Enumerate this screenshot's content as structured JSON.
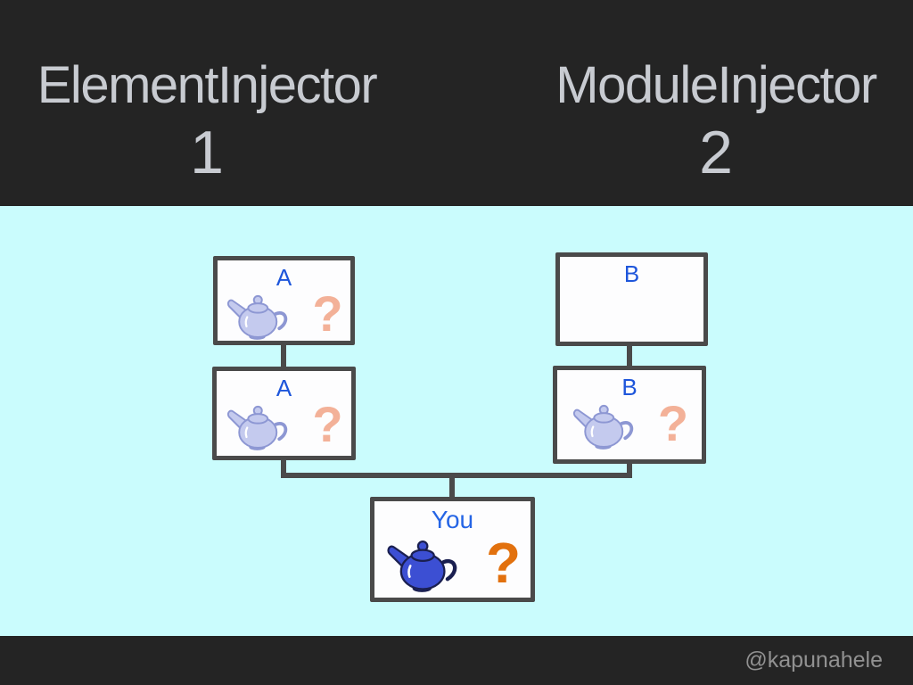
{
  "header": {
    "left_title": "ElementInjector",
    "left_number": "1",
    "right_title": "ModuleInjector",
    "right_number": "2"
  },
  "diagram": {
    "box_a_top": {
      "label": "A",
      "question": "?",
      "icon": "teapot-light"
    },
    "box_a_bottom": {
      "label": "A",
      "question": "?",
      "icon": "teapot-light"
    },
    "box_b_top": {
      "label": "B"
    },
    "box_b_bottom": {
      "label": "B",
      "question": "?",
      "icon": "teapot-light"
    },
    "box_you": {
      "label": "You",
      "question": "?",
      "icon": "teapot-dark"
    }
  },
  "footer": {
    "handle": "@kapunahele"
  },
  "colors": {
    "header_bg": "#242424",
    "header_text": "#c8cbd1",
    "body_bg": "#cafcfd",
    "footer_text": "#919191",
    "box_border": "#4a4a4a",
    "label_blue": "#1e56db",
    "you_blue": "#2565e5",
    "question_salmon": "#f3b198",
    "question_orange": "#e2710e",
    "teapot_light_fill": "#c4caee",
    "teapot_light_stroke": "#8d97d3",
    "teapot_dark_fill": "#3c4fd3",
    "teapot_dark_stroke": "#1a1f50"
  }
}
